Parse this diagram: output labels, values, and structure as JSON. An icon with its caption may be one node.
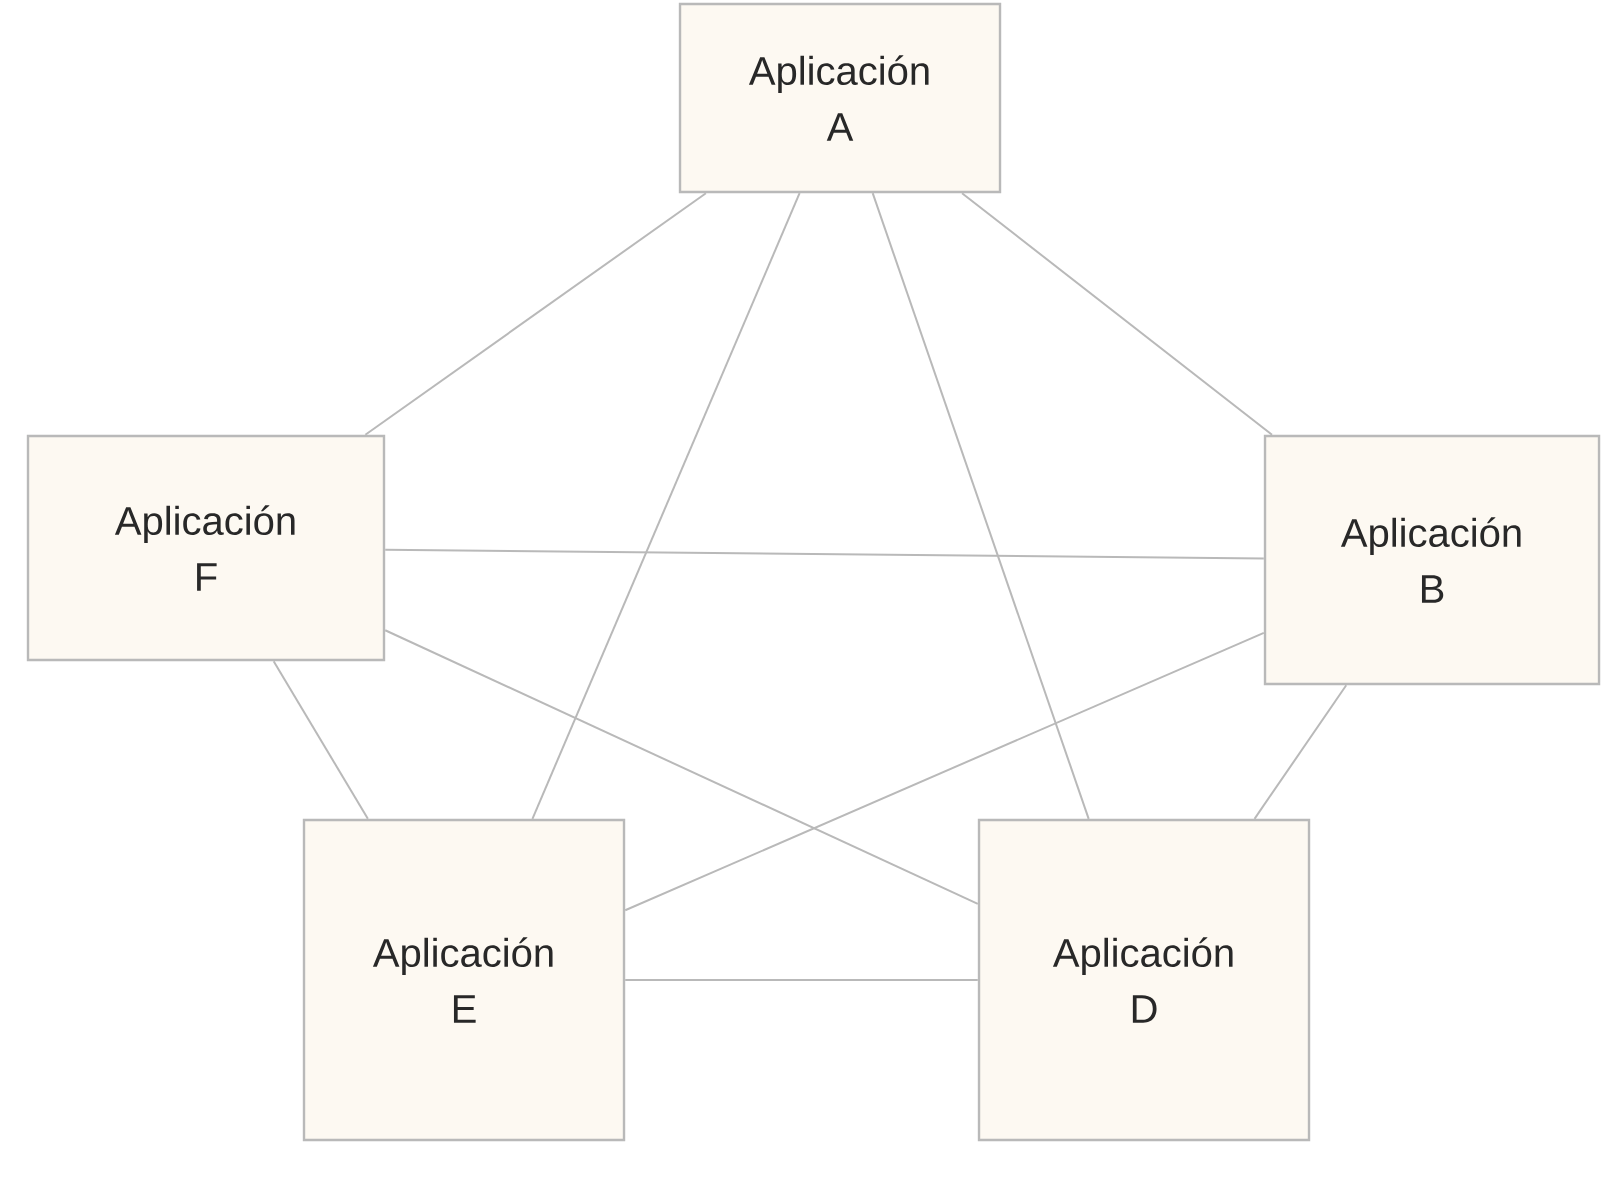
{
  "diagram": {
    "nodes": [
      {
        "text": [
          "Aplicación A"
        ]
      },
      {
        "text": [
          "Aplicación F"
        ]
      },
      {
        "text": [
          "Aplicación B"
        ]
      },
      {
        "text": [
          "Aplicación E"
        ]
      },
      {
        "text": [
          "Aplicación D"
        ]
      }
    ],
    "edges": [
      {
        "from": 0,
        "to": 1,
        "arrow": "none"
      },
      {
        "from": 0,
        "to": 2,
        "arrow": "none"
      },
      {
        "from": 0,
        "to": 3,
        "arrow": "none"
      },
      {
        "from": 0,
        "to": 4,
        "arrow": "none"
      },
      {
        "from": 1,
        "to": 2,
        "arrow": "none"
      },
      {
        "from": 1,
        "to": 4,
        "arrow": "none"
      },
      {
        "from": 1,
        "to": 3,
        "arrow": "none"
      },
      {
        "from": 2,
        "to": 3,
        "arrow": "none"
      },
      {
        "from": 2,
        "to": 4,
        "arrow": "none"
      },
      {
        "from": 3,
        "to": 4,
        "arrow": "none"
      }
    ]
  }
}
